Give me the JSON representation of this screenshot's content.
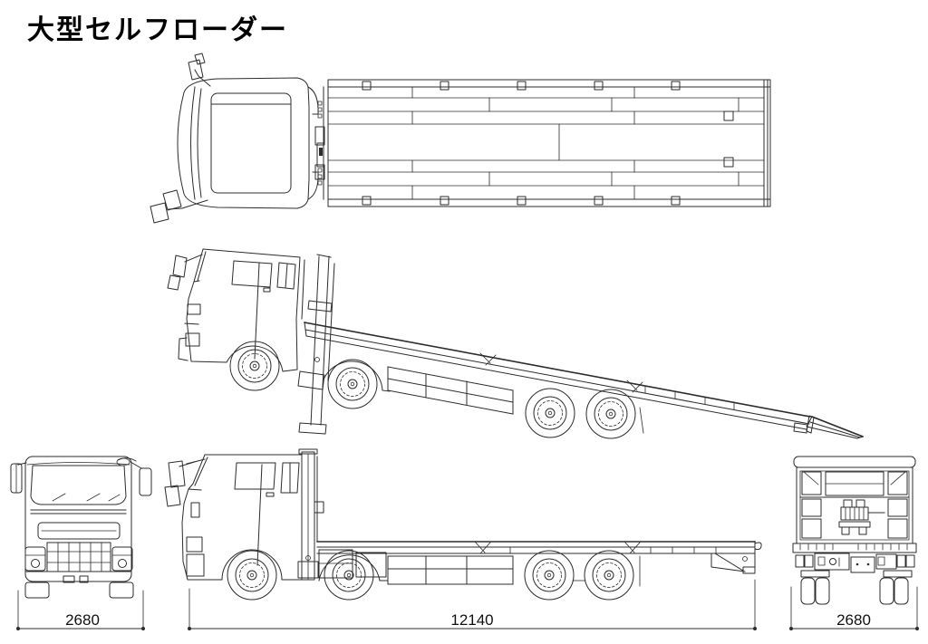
{
  "title": "大型セルフローダー",
  "dimensions": {
    "front_width": "2680",
    "overall_length": "12140",
    "rear_width": "2680"
  },
  "colors": {
    "line": "#2c2c2c",
    "background": "#ffffff",
    "text": "#000000"
  }
}
